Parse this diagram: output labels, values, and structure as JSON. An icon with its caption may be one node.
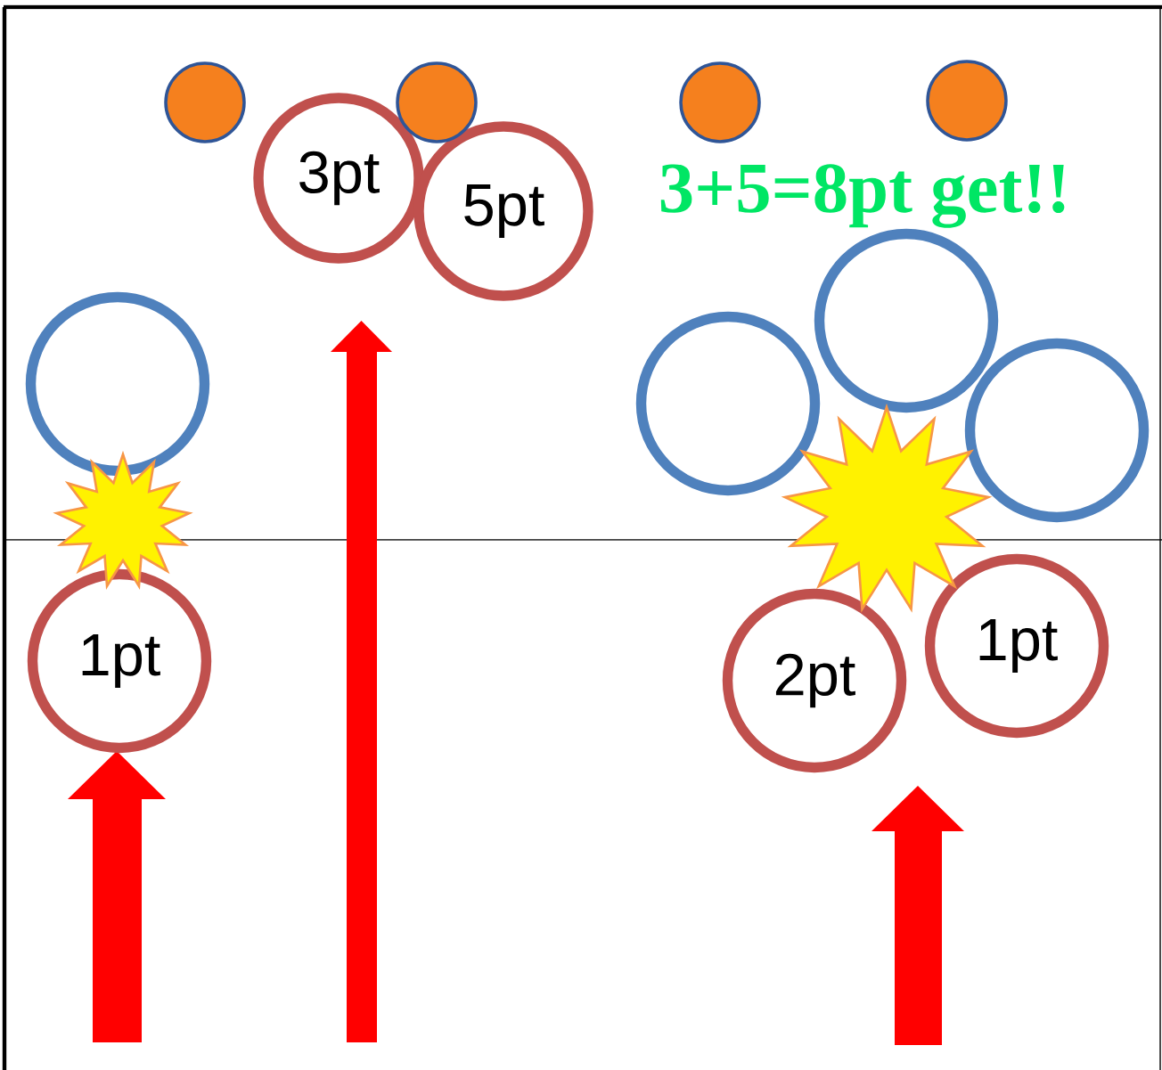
{
  "diagram": {
    "nodes": [
      {
        "text": [],
        "shape": "circle"
      },
      {
        "text": [],
        "shape": "circle"
      },
      {
        "text": [],
        "shape": "circle"
      },
      {
        "text": [],
        "shape": "circle"
      },
      {
        "text": [
          "3pt"
        ]
      },
      {
        "text": [
          "5pt"
        ]
      },
      {
        "text": [],
        "shape": "circle"
      },
      {
        "text": [],
        "shape": "circle"
      },
      {
        "text": [],
        "shape": "circle"
      },
      {
        "text": [],
        "shape": "circle"
      },
      {
        "text": [],
        "shape": "star"
      },
      {
        "text": [],
        "shape": "star"
      },
      {
        "text": [
          "1pt"
        ]
      },
      {
        "text": [
          "1pt"
        ]
      },
      {
        "text": [
          "2pt"
        ]
      }
    ],
    "labels": [
      "3+5=8pt get!!"
    ]
  }
}
